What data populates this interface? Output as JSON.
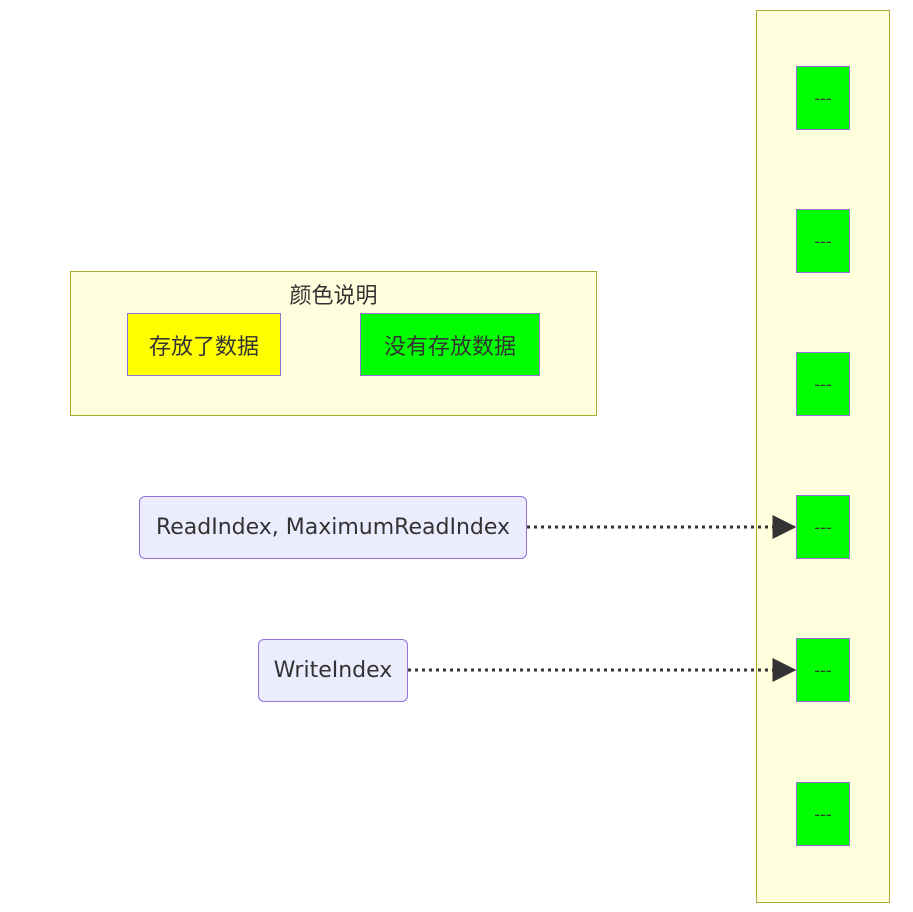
{
  "legend": {
    "title": "颜色说明",
    "stored_label": "存放了数据",
    "empty_label": "没有存放数据",
    "stored_color": "#ffff00",
    "empty_color": "#00ff00"
  },
  "pointers": {
    "read": "ReadIndex, MaximumReadIndex",
    "write": "WriteIndex"
  },
  "queue": {
    "slots": [
      "---",
      "---",
      "---",
      "---",
      "---",
      "---"
    ],
    "slot_color": "#00ff00"
  },
  "colors": {
    "cluster_fill": "#ffffde",
    "cluster_border": "#aaaa33",
    "node_border": "#9370db",
    "pointer_fill": "#ececff",
    "edge": "#333333"
  }
}
